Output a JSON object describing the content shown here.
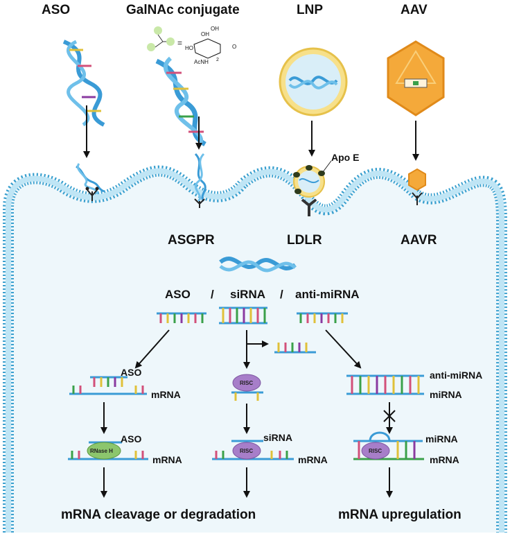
{
  "top_labels": {
    "aso": "ASO",
    "galnac": "GalNAc conjugate",
    "lnp": "LNP",
    "aav": "AAV"
  },
  "galnac_structure": {
    "equals": "=",
    "oh1": "OH",
    "oh2": "OH",
    "ho": "HO",
    "acnh": "AcNH",
    "subscript": "2",
    "o": "O"
  },
  "apoe_label": "Apo E",
  "receptors": {
    "asgpr": "ASGPR",
    "ldlr": "LDLR",
    "aavr": "AAVR"
  },
  "modality_row": {
    "aso": "ASO",
    "slash1": "/",
    "sirna": "siRNA",
    "slash2": "/",
    "anti_mirna": "anti-miRNA"
  },
  "left_path": {
    "aso_label": "ASO",
    "mrna_label": "mRNA",
    "enzyme": "RNase H",
    "aso_label2": "ASO",
    "mrna_label2": "mRNA"
  },
  "middle_path": {
    "risc": "RISC",
    "sirna_label": "siRNA",
    "risc2": "RISC",
    "mrna_label": "mRNA"
  },
  "right_path": {
    "anti_mirna_label": "anti-miRNA",
    "mirna_label": "miRNA",
    "mirna_label2": "miRNA",
    "risc": "RISC",
    "mrna_label": "mRNA"
  },
  "outcomes": {
    "left": "mRNA cleavage or degradation",
    "right": "mRNA upregulation"
  },
  "colors": {
    "membrane": "#7fcdea",
    "membrane_stroke": "#3aa0cf",
    "cytoplasm": "#eef7fb",
    "dna_blue": "#3a9bd6",
    "risc": "#a77ec9",
    "rnase": "#8cc66d",
    "aav_orange": "#f4a93a",
    "lnp_yellow": "#f7e08a"
  }
}
